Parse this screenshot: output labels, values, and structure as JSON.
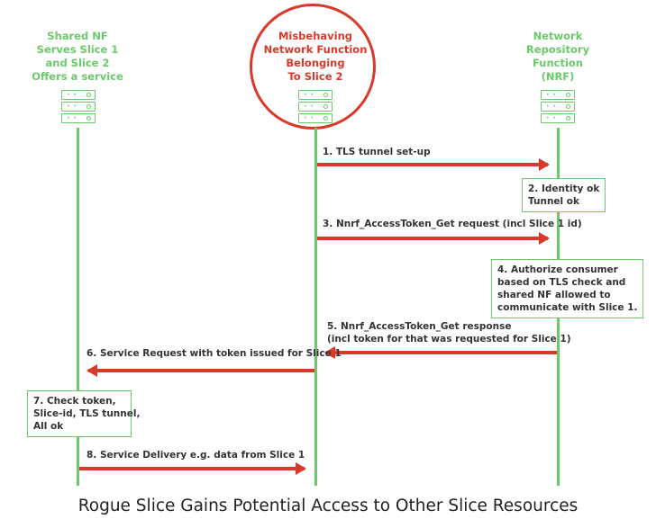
{
  "actors": {
    "shared_nf": {
      "lines": [
        "Shared NF",
        "Serves Slice 1",
        "and Slice 2",
        "Offers a service"
      ],
      "icon": "server-rack-icon"
    },
    "rogue_nf": {
      "lines": [
        "Misbehaving",
        "Network Function",
        "Belonging",
        "To Slice 2"
      ],
      "icon": "server-rack-icon"
    },
    "nrf": {
      "lines": [
        "Network",
        "Repository",
        "Function",
        "(NRF)"
      ],
      "icon": "server-rack-icon"
    }
  },
  "messages": [
    {
      "step": 1,
      "from": "rogue_nf",
      "to": "nrf",
      "lines": [
        "1. TLS tunnel set-up"
      ]
    },
    {
      "step": 3,
      "from": "rogue_nf",
      "to": "nrf",
      "lines": [
        "3. Nnrf_AccessToken_Get request (incl Slice 1 id)"
      ]
    },
    {
      "step": 5,
      "from": "nrf",
      "to": "rogue_nf",
      "lines": [
        "5. Nnrf_AccessToken_Get response",
        "(incl token for that was requested for Slice 1)"
      ]
    },
    {
      "step": 6,
      "from": "rogue_nf",
      "to": "shared_nf",
      "lines": [
        "6. Service Request with token issued for Slice 1"
      ]
    },
    {
      "step": 8,
      "from": "shared_nf",
      "to": "rogue_nf",
      "lines": [
        "8. Service Delivery e.g. data from Slice 1"
      ]
    }
  ],
  "notes": [
    {
      "step": 2,
      "on": "nrf",
      "lines": [
        "2. Identity ok",
        "Tunnel ok"
      ]
    },
    {
      "step": 4,
      "on": "nrf",
      "lines": [
        "4. Authorize consumer",
        "based on TLS check and",
        "shared NF allowed to",
        "communicate with Slice 1."
      ]
    },
    {
      "step": 7,
      "on": "shared_nf",
      "lines": [
        "7. Check token,",
        "Slice-id, TLS  tunnel,",
        "All ok"
      ]
    }
  ],
  "caption": "Rogue Slice Gains Potential Access to Other Slice Resources",
  "colors": {
    "actor_green": "#6cc96b",
    "rogue_red": "#d9392a",
    "arrow_red": "#d9392a",
    "text_dark": "#333333"
  }
}
